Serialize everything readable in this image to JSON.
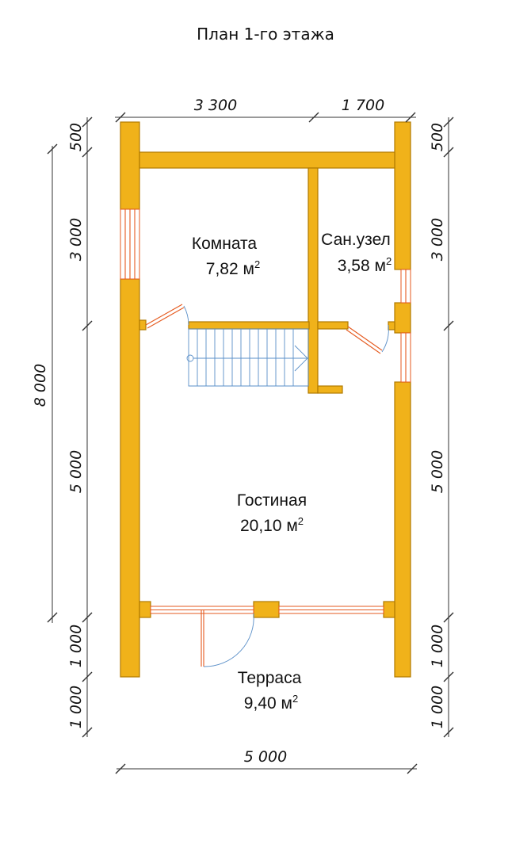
{
  "title": "План 1-го этажа",
  "colors": {
    "wall": "#f0b21a",
    "wall_stroke": "#b07a00",
    "door": "#e55a1f",
    "stair": "#5a8fc8"
  },
  "dimensions": {
    "top_left": "3 300",
    "top_right": "1 700",
    "left_500": "500",
    "left_3000": "3 000",
    "left_5000": "5 000",
    "left_1000a": "1 000",
    "left_1000b": "1 000",
    "overall_left": "8 000",
    "right_500": "500",
    "right_3000": "3 000",
    "right_5000": "5 000",
    "right_1000a": "1 000",
    "right_1000b": "1 000",
    "bottom": "5 000"
  },
  "rooms": {
    "komnata": {
      "name": "Комната",
      "area": "7,82 м",
      "sup": "2"
    },
    "sanuzel": {
      "name": "Сан.узел",
      "area": "3,58 м",
      "sup": "2"
    },
    "gostinaya": {
      "name": "Гостиная",
      "area": "20,10 м",
      "sup": "2"
    },
    "terrasa": {
      "name": "Терраса",
      "area": "9,40 м",
      "sup": "2"
    }
  }
}
